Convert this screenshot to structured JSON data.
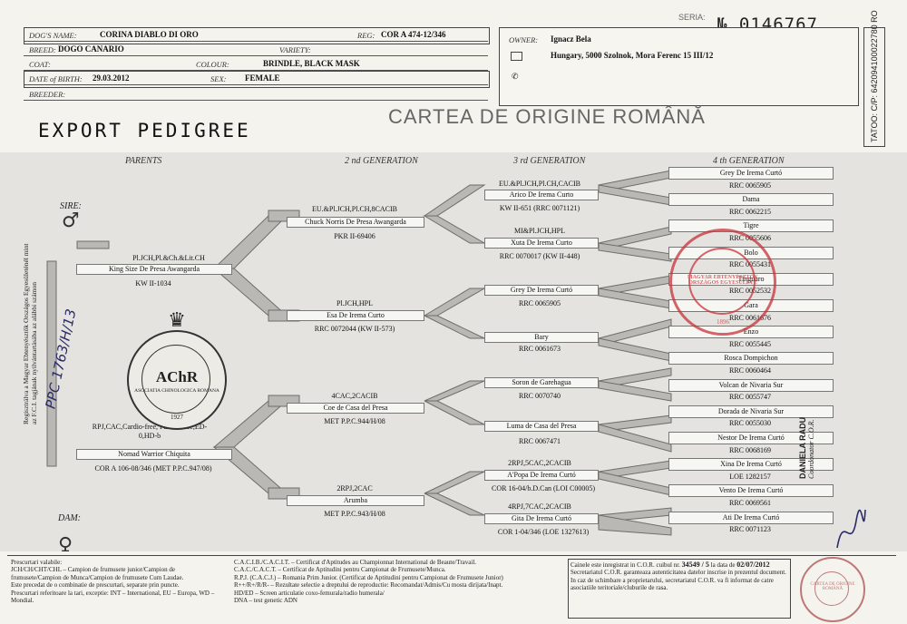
{
  "header": {
    "seria_label": "SERIA:",
    "serial_no": "№  0146767",
    "dog_name_label": "DOG'S NAME:",
    "dog_name": "CORINA DIABLO DI ORO",
    "reg_label": "REG:",
    "reg": "COR A 474-12/346",
    "breed_label": "BREED:",
    "breed": "DOGO CANARIO",
    "variety_label": "VARIETY:",
    "coat_label": "COAT:",
    "colour_label": "COLOUR:",
    "colour": "BRINDLE, BLACK MASK",
    "dob_label": "DATE of BIRTH:",
    "dob": "29.03.2012",
    "sex_label": "SEX:",
    "sex": "FEMALE",
    "breeder_label": "BREEDER:"
  },
  "owner": {
    "label": "OWNER:",
    "name": "Ignacz Bela",
    "address": "Hungary, 5000 Szolnok, Mora Ferenc 15 III/12"
  },
  "side_tattoo": {
    "label": "TATOO:",
    "value": "C/P: 642094100022780 RO"
  },
  "titles": {
    "export": "EXPORT  PEDIGREE",
    "romanian": "CARTEA DE ORIGINE ROMÂNĂ"
  },
  "generations": {
    "parents": "PARENTS",
    "second": "2 nd GENERATION",
    "third": "3 rd GENERATION",
    "fourth": "4 th GENERATION"
  },
  "sire_label": "SIRE:",
  "dam_label": "DAM:",
  "pedigree": {
    "sire": {
      "titles": "Pl.JCH,Pl.&Ch.&Lit.CH",
      "name": "King Size De Presa Awangarda",
      "reg": "KW II-1034"
    },
    "dam": {
      "titles": "RPJ,CAC,Cardio-free, Patella-free,ED-0,HD-b",
      "name": "Nomad Warrior Chiquita",
      "reg": "COR A 106-08/346 (MET P.P.C.947/08)"
    },
    "g2": [
      {
        "titles": "EU.&Pl.JCH,Pl.CH,8CACIB",
        "name": "Chuck Norris De Presa Awangarda",
        "reg": "PKR II-69406"
      },
      {
        "titles": "Pl.JCH,HPL",
        "name": "Esa De Irema Curto",
        "reg": "RRC 0072044 (KW II-573)"
      },
      {
        "titles": "4CAC,2CACIB",
        "name": "Coe de Casa del Presa",
        "reg": "MET P.P.C.944/H/08"
      },
      {
        "titles": "2RPJ,2CAC",
        "name": "Arumba",
        "reg": "MET P.P.C.943/H/08"
      }
    ],
    "g3": [
      {
        "titles": "EU.&Pl.JCH,Pl.CH,CACIB",
        "name": "Arico De Irema Curto",
        "reg": "KW II-651 (RRC 0071121)"
      },
      {
        "titles": "MI&Pl.JCH,HPL",
        "name": "Xuta De Irema Curto",
        "reg": "RRC 0070017 (KW II-448)"
      },
      {
        "titles": "",
        "name": "Grey De Irema Curtó",
        "reg": "RRC 0065905"
      },
      {
        "titles": "",
        "name": "Bary",
        "reg": "RRC 0061673"
      },
      {
        "titles": "",
        "name": "Soron de Garehagua",
        "reg": "RRC 0070740"
      },
      {
        "titles": "",
        "name": "Luma de Casa del Presa",
        "reg": "RRC 0067471"
      },
      {
        "titles": "2RPJ,5CAC,2CACIB",
        "name": "A'Popa De Irema Curtó",
        "reg": "COR 16-04/b.D.Can (LOI C00005)"
      },
      {
        "titles": "4RPJ,7CAC,2CACIB",
        "name": "Gita De Irema Curtó",
        "reg": "COR 1-04/346 (LOE 1327613)"
      }
    ],
    "g4": [
      "Grey De Irema Curtó",
      "RRC 0065905",
      "Dama",
      "RRC 0062215",
      "Tigre",
      "RRC 0055606",
      "Bolo",
      "RRC 0055431",
      "Tinguaro",
      "RRC 0052532",
      "Gara",
      "RRC 0061676",
      "Enzo",
      "RRC 0055445",
      "Rosca Dompichon",
      "RRC 0060464",
      "Volcan de Nivaria Sur",
      "RRC 0055747",
      "Dorada de Nivaria Sur",
      "RRC 0055030",
      "Nestor De Irema Curtó",
      "RRC 0068169",
      "Xina De Irema Curtó",
      "LOE 1282157",
      "Vento De Irema Curtó",
      "RRC 0069561",
      "Ati De Irema Curtó",
      "RRC 0071123"
    ]
  },
  "seal": {
    "ring_text": "ASOCIATIA CHINOLOGICA ROMANA",
    "monogram": "AChR",
    "year": "1927"
  },
  "handwritten": {
    "registry_note": "Regisztrálva a Magyar Ebtenyésztők Országos Egyesületénél mint az F.C.I. tagjának nyilvántartásába az alábbi számon",
    "number": "PPC 1763/H/13"
  },
  "signature": {
    "name": "DANIELA RADU",
    "role": "Coordonator C.O.R."
  },
  "footer": {
    "col1": [
      "Prescurtari valabile:",
      "JCH/CH/CHT/CHL – Campion de frumusete junior/Campion de frumusete/Campion de Munca/Campion de frumusete Cum Laudae.",
      "Este precedat de o combinatie de prescurtari, separate prin puncte.",
      "Prescurtari referitoare la tari, exceptie: INT – International, EU – Europa, WD – Mondial."
    ],
    "col2": [
      "C.A.C.I.B./C.A.C.I.T. – Certificat d'Aptitudes au Championnat International de Beaute/Travail.",
      "C.A.C./C.A.C.T. – Certificat de Aptitudini pentru Campionat de Frumusete/Munca.",
      "R.P.J. (C.A.C.J.) – Romania Prim Junior. (Certificat de Aptitudini pentru Campionat de Frumusete Junior)",
      "R++/R+/R/R- – Rezultate selectie a dreptului de reproductie: Recomandat/Admis/Cu mosta dirijata/Inapt.",
      "HD/ED – Screen articulatie coxo-femurala/radio humerala/",
      "DNA – test genetic ADN"
    ],
    "col3_line1_prefix": "Cainele este inregistrat in C.O.R. cuibul nr.",
    "col3_no": "34549 / 5",
    "col3_line1_suffix": "la data",
    "col3_de": "de",
    "col3_date": "02/07/2012",
    "col3_rest": "Secretariatul C.O.R. garanteaza autenticitatea datelor inscrise in prezentul document. In caz de schimbare a proprietarului, secretariatul C.O.R. va fi informat de catre asociatiile teritoriale/cluburile de rasa."
  },
  "stamps": {
    "red": "MAGYAR EBTENYÉSZTŐK ORSZÁGOS EGYESÜLETE",
    "red_year": "1896",
    "footer_ring": "CARTEA DE ORIGINE ROMÂNĂ"
  },
  "colors": {
    "paper": "#f4f3ee",
    "tree_bg": "#e4e3df",
    "stamp_red": "#c8323a",
    "ink": "#222222"
  }
}
